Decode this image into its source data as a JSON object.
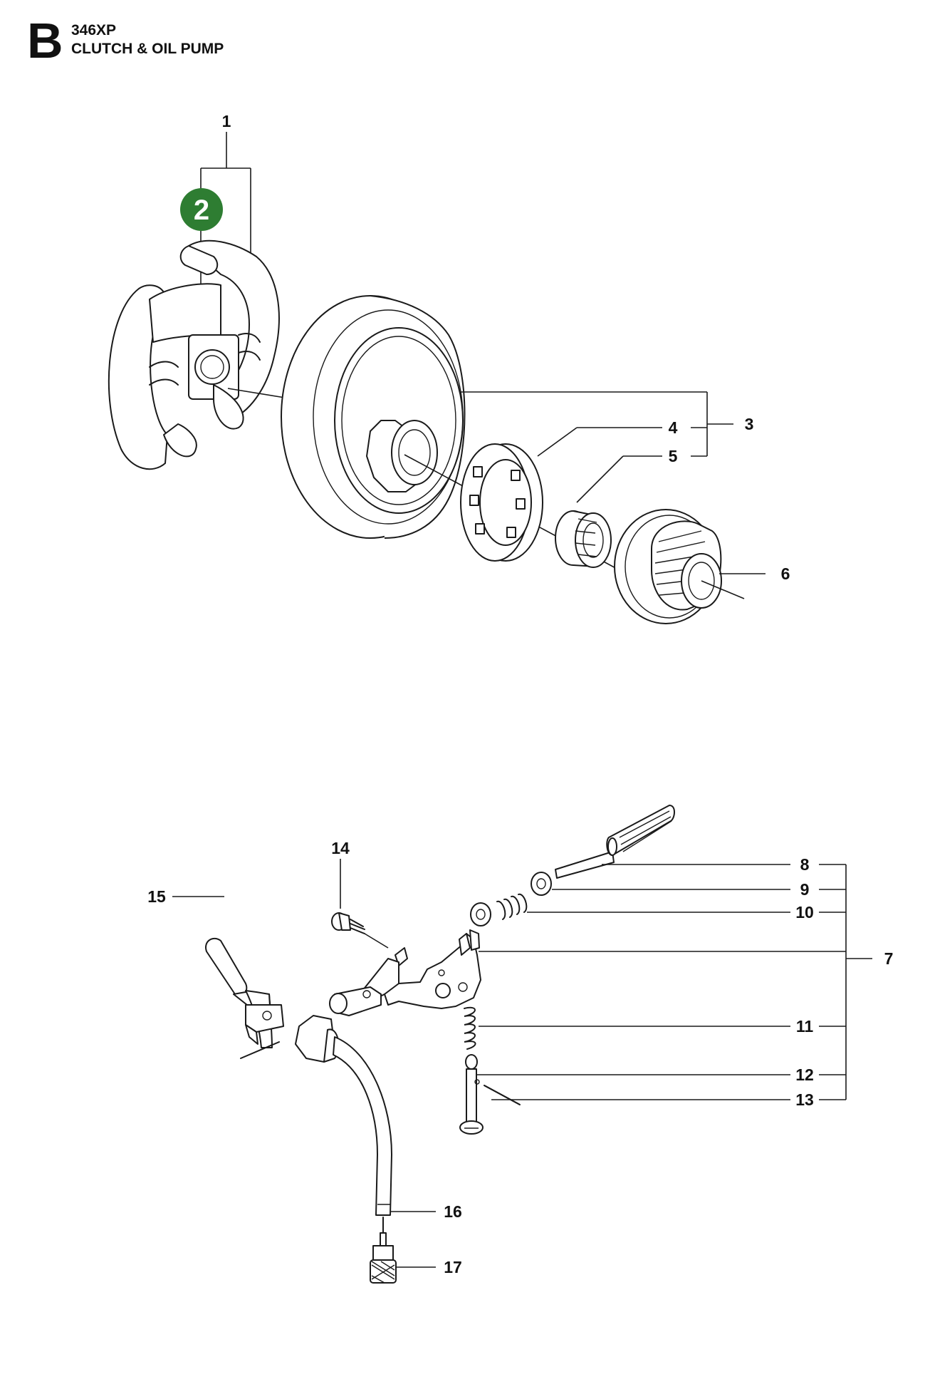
{
  "header": {
    "section_letter": "B",
    "model": "346XP",
    "title": "CLUTCH & OIL PUMP"
  },
  "badge": {
    "number": "2",
    "color": "#2e7d32"
  },
  "callouts": {
    "c1": "1",
    "c3": "3",
    "c4": "4",
    "c5": "5",
    "c6": "6",
    "c7": "7",
    "c8": "8",
    "c9": "9",
    "c10": "10",
    "c11": "11",
    "c12": "12",
    "c13": "13",
    "c14": "14",
    "c15": "15",
    "c16": "16",
    "c17": "17"
  }
}
